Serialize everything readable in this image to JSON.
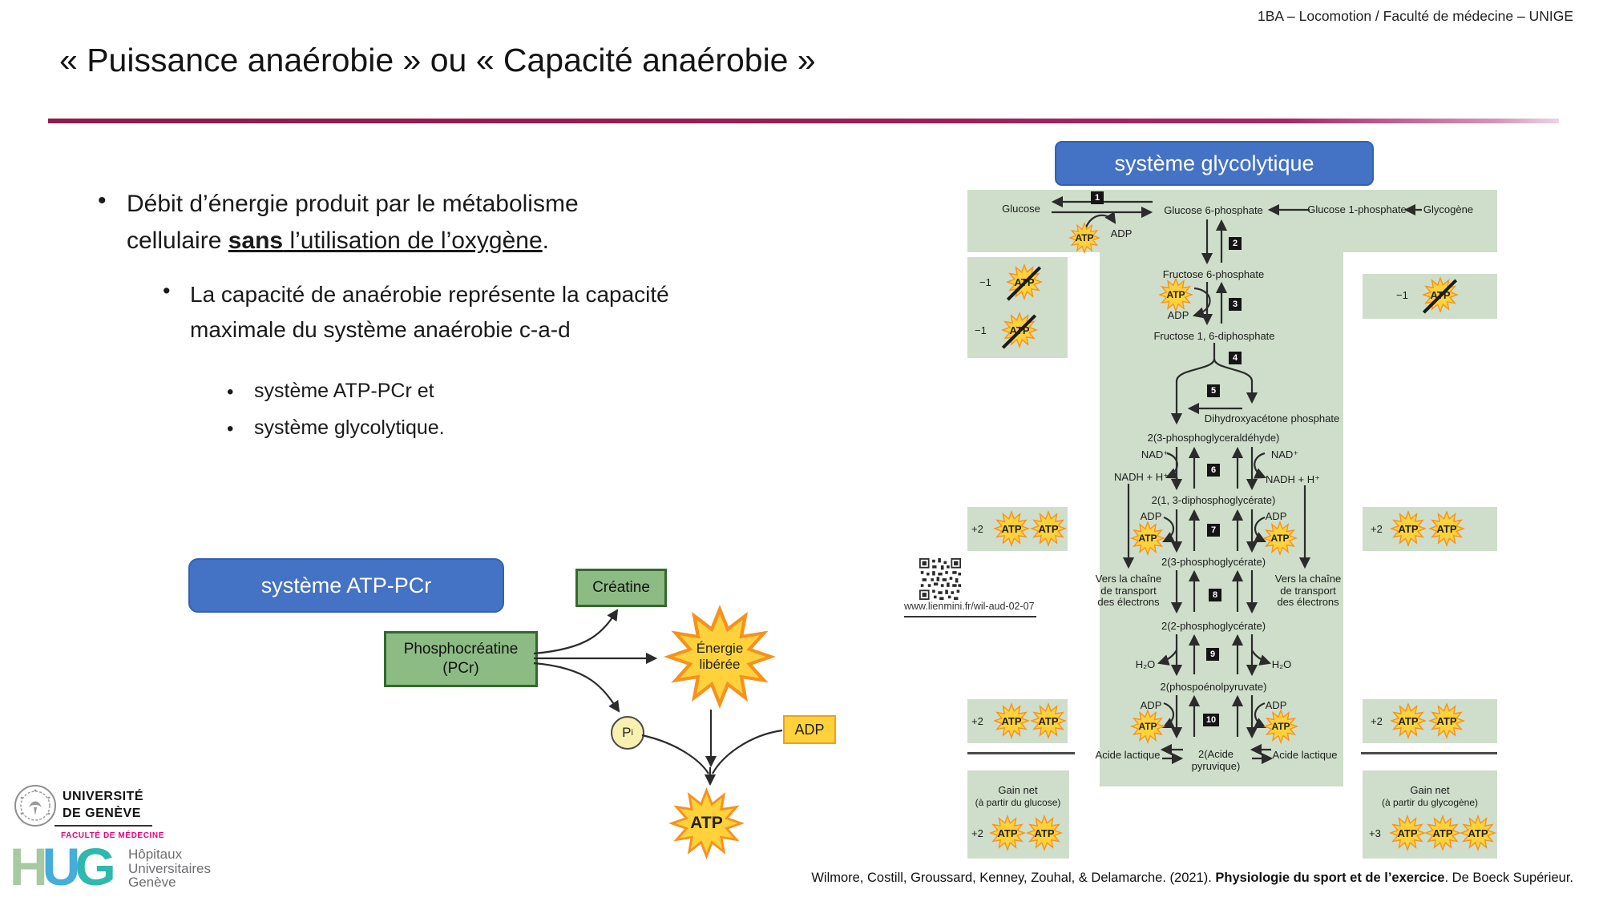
{
  "header": {
    "course_label": "1BA – Locomotion / Faculté de médecine – UNIGE"
  },
  "title": "« Puissance anaérobie » ou « Capacité anaérobie »",
  "bullets": {
    "b1_pre": "Débit d’énergie produit par le métabolisme cellulaire ",
    "b1_bold": "sans",
    "b1_mid": " l’utilisation de l’oxygène",
    "b1_end": ".",
    "b2": "La capacité de anaérobie représente la capacité maximale du système anaérobie c-a-d",
    "b3": "système ATP-PCr et",
    "b4": "système glycolytique.",
    "marker": "•"
  },
  "badges": {
    "atp_pcr": "système ATP-PCr",
    "glycolytic": "système glycolytique"
  },
  "mol": {
    "atp": "ATP",
    "adp": "ADP"
  },
  "atp_pcr_diagram": {
    "creatine": "Créatine",
    "phosphocreatine_l1": "Phosphocréatine",
    "phosphocreatine_l2": "(PCr)",
    "energy_l1": "Énergie",
    "energy_l2": "libérée",
    "pi": "P",
    "pi_sub": "i"
  },
  "glycolysis": {
    "glucose": "Glucose",
    "g6p": "Glucose 6-phosphate",
    "g1p": "Glucose 1-phosphate",
    "glycogen": "Glycogène",
    "f6p": "Fructose 6-phosphate",
    "f16dp": "Fructose 1, 6-diphosphate",
    "dhap": "Dihydroxyacétone phosphate",
    "pg3ald": "2(3-phosphoglyceraldéhyde)",
    "nad": "NAD⁺",
    "nadh": "NADH + H⁺",
    "dpg13": "2(1, 3-diphosphoglycérate)",
    "pg3": "2(3-phosphoglycérate)",
    "chain_l1": "Vers la chaîne",
    "chain_l2": "de transport",
    "chain_l3": "des électrons",
    "pg2": "2(2-phosphoglycérate)",
    "h2o": "H₂O",
    "pep": "2(phospoénolpyruvate)",
    "lactic": "Acide lactique",
    "pyruvic_l1": "2(Acide",
    "pyruvic_l2": "pyruvique)",
    "steps": [
      "1",
      "2",
      "3",
      "4",
      "5",
      "6",
      "7",
      "8",
      "9",
      "10"
    ],
    "minus1": "−1",
    "plus2": "+2",
    "plus3": "+3",
    "gain_net": "Gain net",
    "gain_glucose": "(à partir du glucose)",
    "gain_glycogen": "(à partir du glycogène)"
  },
  "qr": {
    "url": "www.lienmini.fr/wil-aud-02-07"
  },
  "footer": {
    "citation_pre": "Wilmore, Costill, Groussard, Kenney, Zouhal, & Delamarche. (2021). ",
    "citation_bold": "Physiologie du sport et de l’exercice",
    "citation_post": ". De Boeck Supérieur."
  },
  "logos": {
    "unige_l1": "UNIVERSITÉ",
    "unige_l2": "DE GENÈVE",
    "faculty": "FACULTÉ DE MÉDECINE",
    "hug_h": "H",
    "hug_u": "U",
    "hug_g": "G",
    "hug_l1": "Hôpitaux",
    "hug_l2": "Universitaires",
    "hug_l3": "Genève"
  },
  "colors": {
    "accent_blue": "#4472C4",
    "panel_green": "#CFDECA",
    "box_green": "#8DBB84",
    "burst_yellow": "#FFD23B",
    "burst_orange": "#F5921F",
    "title_rule": "#9B1C58",
    "faculty_pink": "#E5007D"
  }
}
